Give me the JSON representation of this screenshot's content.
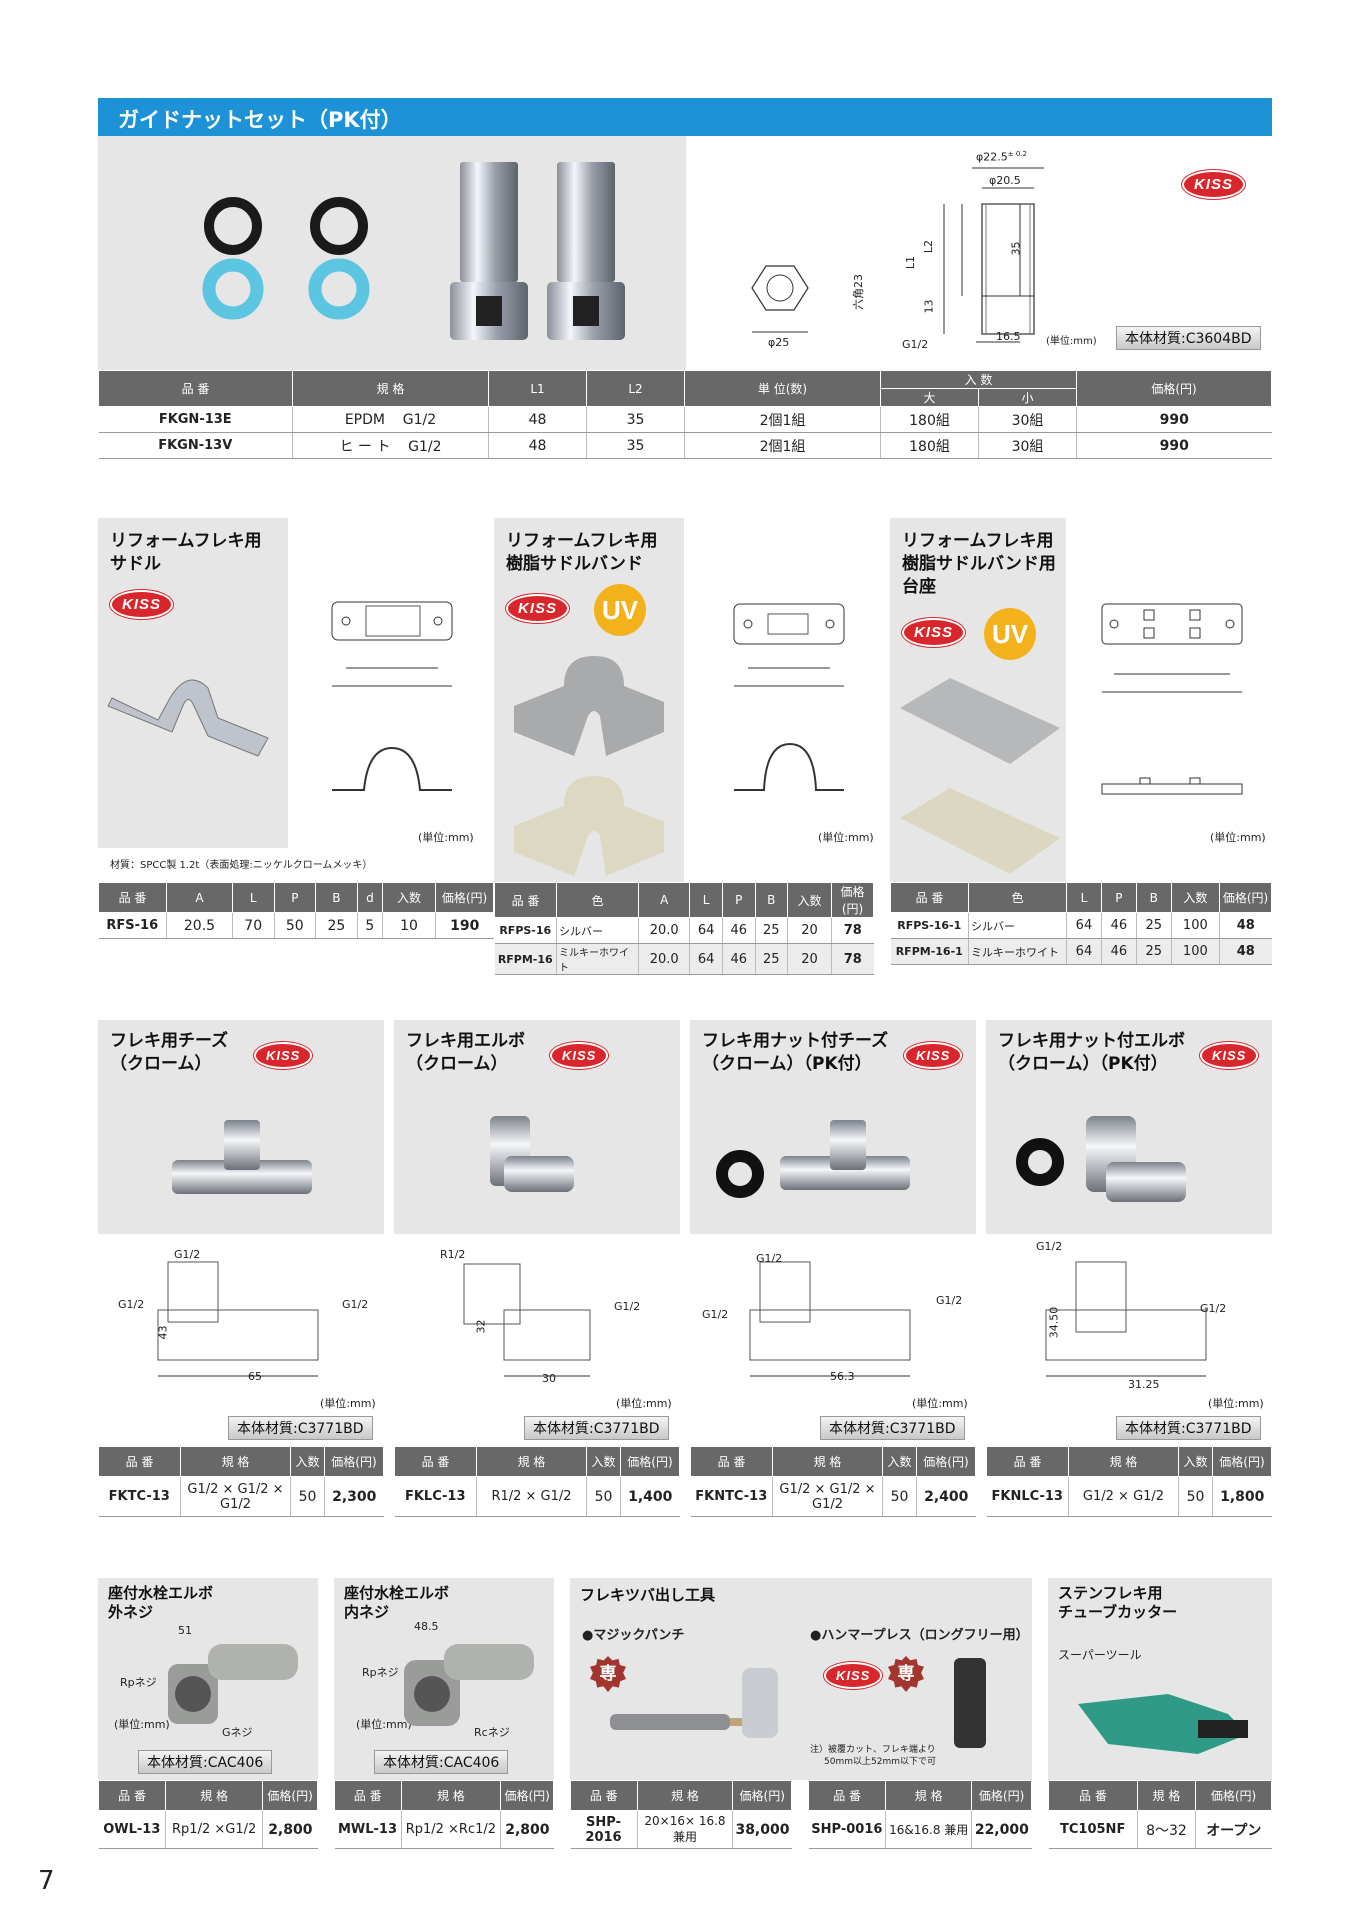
{
  "page_number": "7",
  "guide_nut": {
    "title": "ガイドナットセット（PK付）",
    "material": "本体材質:C3604BD",
    "unit": "(単位:mm)",
    "dims": {
      "d1": "φ22.5",
      "d1_tol": "± 0.2",
      "d2": "φ20.5",
      "l1": "L1",
      "l2": "L2",
      "h35": "35",
      "h13": "13",
      "w165": "16.5",
      "g12": "G1/2",
      "phi25": "φ25",
      "hex": "六角23"
    },
    "headers": {
      "code": "品 番",
      "spec": "規 格",
      "l1": "L1",
      "l2": "L2",
      "unit": "単 位(数)",
      "qty": "入 数",
      "qty_large": "大",
      "qty_small": "小",
      "price": "価格(円)"
    },
    "rows": [
      {
        "code": "FKGN-13E",
        "spec1": "EPDM",
        "spec2": "G1/2",
        "l1": "48",
        "l2": "35",
        "unit": "2個1組",
        "large": "180組",
        "small": "30組",
        "price": "990"
      },
      {
        "code": "FKGN-13V",
        "spec1": "ヒ ー ト",
        "spec2": "G1/2",
        "l1": "48",
        "l2": "35",
        "unit": "2個1組",
        "large": "180組",
        "small": "30組",
        "price": "990"
      }
    ]
  },
  "saddle": {
    "title1": "リフォームフレキ用",
    "title2": "サドル",
    "note": "材質：SPCC製 1.2t（表面処理:ニッケルクロームメッキ）",
    "unit": "(単位:mm)",
    "headers": [
      "品 番",
      "A",
      "L",
      "P",
      "B",
      "d",
      "入数",
      "価格(円)"
    ],
    "row": [
      "RFS-16",
      "20.5",
      "70",
      "50",
      "25",
      "5",
      "10",
      "190"
    ]
  },
  "resin_band": {
    "title1": "リフォームフレキ用",
    "title2": "樹脂サドルバンド",
    "unit": "(単位:mm)",
    "headers": [
      "品 番",
      "色",
      "A",
      "L",
      "P",
      "B",
      "入数",
      "価格(円)"
    ],
    "rows": [
      [
        "RFPS-16",
        "シルバー",
        "20.0",
        "64",
        "46",
        "25",
        "20",
        "78"
      ],
      [
        "RFPM-16",
        "ミルキーホワイト",
        "20.0",
        "64",
        "46",
        "25",
        "20",
        "78"
      ]
    ]
  },
  "band_base": {
    "title1": "リフォームフレキ用",
    "title2": "樹脂サドルバンド用",
    "title3": "台座",
    "unit": "(単位:mm)",
    "headers": [
      "品 番",
      "色",
      "L",
      "P",
      "B",
      "入数",
      "価格(円)"
    ],
    "rows": [
      [
        "RFPS-16-1",
        "シルバー",
        "64",
        "46",
        "25",
        "100",
        "48"
      ],
      [
        "RFPM-16-1",
        "ミルキーホワイト",
        "64",
        "46",
        "25",
        "100",
        "48"
      ]
    ]
  },
  "kiss_label": "KISS",
  "uv_label": "UV",
  "fittings": [
    {
      "title1": "フレキ用チーズ",
      "title2": "（クローム）",
      "material": "本体材質:C3771BD",
      "unit": "(単位:mm)",
      "dims": [
        "G1/2",
        "G1/2",
        "G1/2",
        "43",
        "65"
      ],
      "headers": [
        "品 番",
        "規 格",
        "入数",
        "価格(円)"
      ],
      "row": [
        "FKTC-13",
        "G1/2 × G1/2 × G1/2",
        "50",
        "2,300"
      ]
    },
    {
      "title1": "フレキ用エルボ",
      "title2": "（クローム）",
      "material": "本体材質:C3771BD",
      "unit": "(単位:mm)",
      "dims": [
        "R1/2",
        "G1/2",
        "32",
        "30"
      ],
      "headers": [
        "品 番",
        "規 格",
        "入数",
        "価格(円)"
      ],
      "row": [
        "FKLC-13",
        "R1/2 × G1/2",
        "50",
        "1,400"
      ]
    },
    {
      "title1": "フレキ用ナット付チーズ",
      "title2": "（クローム）（PK付）",
      "material": "本体材質:C3771BD",
      "unit": "(単位:mm)",
      "dims": [
        "G1/2",
        "G1/2",
        "G1/2",
        "56.3"
      ],
      "headers": [
        "品 番",
        "規 格",
        "入数",
        "価格(円)"
      ],
      "row": [
        "FKNTC-13",
        "G1/2 × G1/2 × G1/2",
        "50",
        "2,400"
      ]
    },
    {
      "title1": "フレキ用ナット付エルボ",
      "title2": "（クローム）（PK付）",
      "material": "本体材質:C3771BD",
      "unit": "(単位:mm)",
      "dims": [
        "G1/2",
        "G1/2",
        "34.50",
        "31.25"
      ],
      "headers": [
        "品 番",
        "規 格",
        "入数",
        "価格(円)"
      ],
      "row": [
        "FKNLC-13",
        "G1/2 × G1/2",
        "50",
        "1,800"
      ]
    }
  ],
  "bottom": {
    "owl": {
      "title1": "座付水栓エルボ",
      "title2": "外ネジ",
      "dim": "51",
      "rp": "Rpネジ",
      "g": "Gネジ",
      "unit": "(単位:mm)",
      "material": "本体材質:CAC406",
      "headers": [
        "品 番",
        "規 格",
        "価格(円)"
      ],
      "row": [
        "OWL-13",
        "Rp1/2 ×G1/2",
        "2,800"
      ]
    },
    "mwl": {
      "title1": "座付水栓エルボ",
      "title2": "内ネジ",
      "dim": "48.5",
      "rp": "Rpネジ",
      "rc": "Rcネジ",
      "unit": "(単位:mm)",
      "material": "本体材質:CAC406",
      "headers": [
        "品 番",
        "規 格",
        "価格(円)"
      ],
      "row": [
        "MWL-13",
        "Rp1/2 ×Rc1/2",
        "2,800"
      ]
    },
    "tool": {
      "title": "フレキツバ出し工具",
      "sub1": "●マジックパンチ",
      "sub2": "●ハンマープレス（ロングフリー用）",
      "sen": "専",
      "note1": "注）被覆カット、フレキ端より",
      "note2": "50mm以上52mm以下で可",
      "headers": [
        "品 番",
        "規 格",
        "価格(円)"
      ],
      "row1": [
        "SHP-2016",
        "20×16× 16.8兼用",
        "38,000"
      ],
      "row2": [
        "SHP-0016",
        "16&16.8 兼用",
        "22,000"
      ]
    },
    "cutter": {
      "title1": "ステンフレキ用",
      "title2": "チューブカッター",
      "sub": "スーパーツール",
      "headers": [
        "品 番",
        "規 格",
        "価格(円)"
      ],
      "row": [
        "TC105NF",
        "8〜32",
        "オープン"
      ]
    }
  },
  "colors": {
    "accent": "#1e92d6",
    "table_header": "#686868",
    "panel": "#e6e6e6",
    "kiss_red": "#d9262c",
    "uv_orange": "#f3b21b"
  }
}
